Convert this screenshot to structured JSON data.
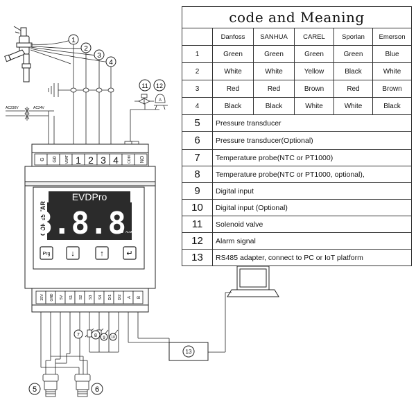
{
  "table": {
    "title": "code and Meaning",
    "brands": [
      "Danfoss",
      "SANHUA",
      "CAREL",
      "Sporlan",
      "Emerson"
    ],
    "color_rows": [
      {
        "no": "1",
        "colors": [
          "Green",
          "Green",
          "Green",
          "Green",
          "Blue"
        ]
      },
      {
        "no": "2",
        "colors": [
          "White",
          "White",
          "Yellow",
          "Black",
          "White"
        ]
      },
      {
        "no": "3",
        "colors": [
          "Red",
          "Red",
          "Brown",
          "Red",
          "Brown"
        ]
      },
      {
        "no": "4",
        "colors": [
          "Black",
          "Black",
          "White",
          "White",
          "Black"
        ]
      }
    ],
    "meaning_rows": [
      {
        "no": "5",
        "text": "Pressure transducer"
      },
      {
        "no": "6",
        "text": "Pressure transducer(Optional)"
      },
      {
        "no": "7",
        "text": "Temperature probe(NTC or PT1000)"
      },
      {
        "no": "8",
        "text": "Temperature probe(NTC or PT1000, optional),"
      },
      {
        "no": "9",
        "text": "Digital input"
      },
      {
        "no": "10",
        "text": "Digital input (Optional)"
      },
      {
        "no": "11",
        "text": "Solenoid valve"
      },
      {
        "no": "12",
        "text": "Alarm signal"
      },
      {
        "no": "13",
        "text": "RS485 adapter, connect to PC or IoT platform"
      }
    ]
  },
  "device": {
    "model": "EVDPro",
    "brand": "CORESTAR",
    "display_digits": "8.8.8.",
    "alm_label": "ALM",
    "buttons": [
      "Prg",
      "↓",
      "↑",
      "↵"
    ],
    "top_terminals": [
      "G",
      "G0",
      "VBAT",
      "1",
      "2",
      "3",
      "4",
      "COM",
      "NO"
    ],
    "bottom_terminals": [
      "15V",
      "GND",
      "5V",
      "S1",
      "S2",
      "S3",
      "S4",
      "DI1",
      "DI2",
      "A",
      "B"
    ]
  },
  "power": {
    "in_label": "AC230V",
    "out_label": "AC24V"
  },
  "callouts": [
    "1",
    "2",
    "3",
    "4",
    "5",
    "6",
    "7",
    "8",
    "9",
    "10",
    "11",
    "12",
    "13"
  ]
}
